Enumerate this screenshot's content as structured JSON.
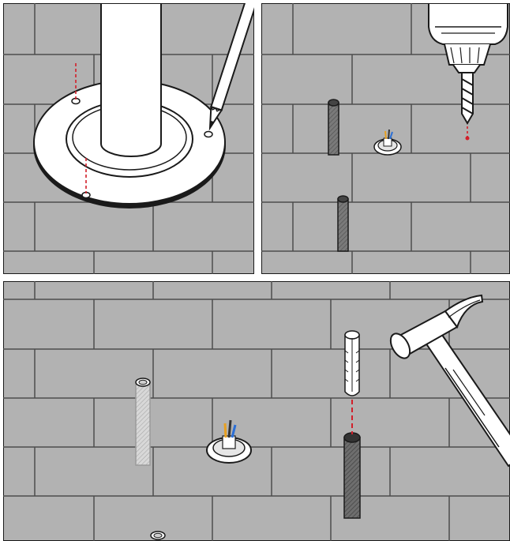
{
  "figure": {
    "steps": [
      {
        "id": "step-1",
        "action": "mark-holes",
        "tool": "pencil-icon",
        "object": "lamp-post-base-plate"
      },
      {
        "id": "step-2",
        "action": "drill-holes",
        "tool": "drill-icon",
        "object": "drilled-holes"
      },
      {
        "id": "step-3",
        "action": "insert-wall-plugs",
        "tool": "hammer-icon",
        "object": "wall-plug"
      }
    ],
    "colors": {
      "background": "#b2b2b2",
      "mortar": "#4d4d4d",
      "outline": "#1a1a1a",
      "guide_line": "#d21f2a",
      "hole_fill": "#7a7a7a",
      "plug_fill": "#f2f2f2",
      "metal": "#ffffff"
    }
  }
}
